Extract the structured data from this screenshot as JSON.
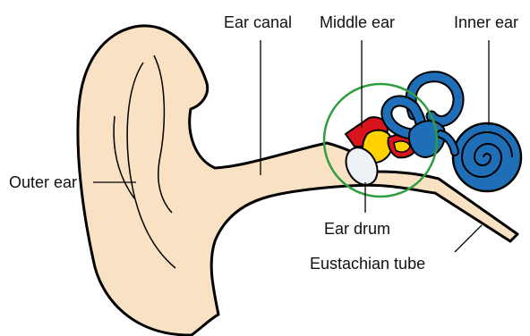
{
  "labels": {
    "ear_canal": "Ear canal",
    "middle_ear": "Middle ear",
    "inner_ear": "Inner ear",
    "outer_ear": "Outer ear",
    "ear_drum": "Ear drum",
    "eustachian_tube": "Eustachian tube"
  },
  "colors": {
    "skin": "#f9e2c4",
    "outline": "#000000",
    "ossicle_red": "#d9141e",
    "ossicle_yellow": "#ffd200",
    "inner_ear_blue": "#1e6fb8",
    "eardrum": "#eef2f6",
    "highlight_circle": "#2e9e3e"
  }
}
